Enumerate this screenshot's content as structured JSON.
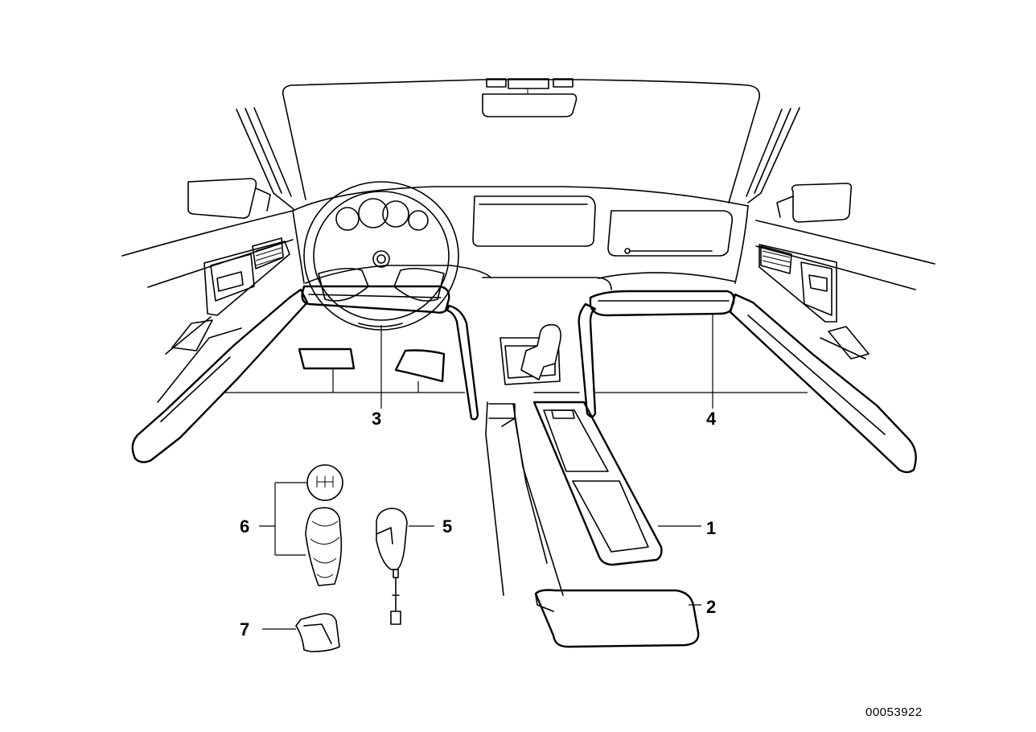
{
  "callouts": {
    "c1": "1",
    "c2": "2",
    "c3": "3",
    "c4": "4",
    "c5": "5",
    "c6": "6",
    "c7": "7"
  },
  "part_number": "00053922"
}
